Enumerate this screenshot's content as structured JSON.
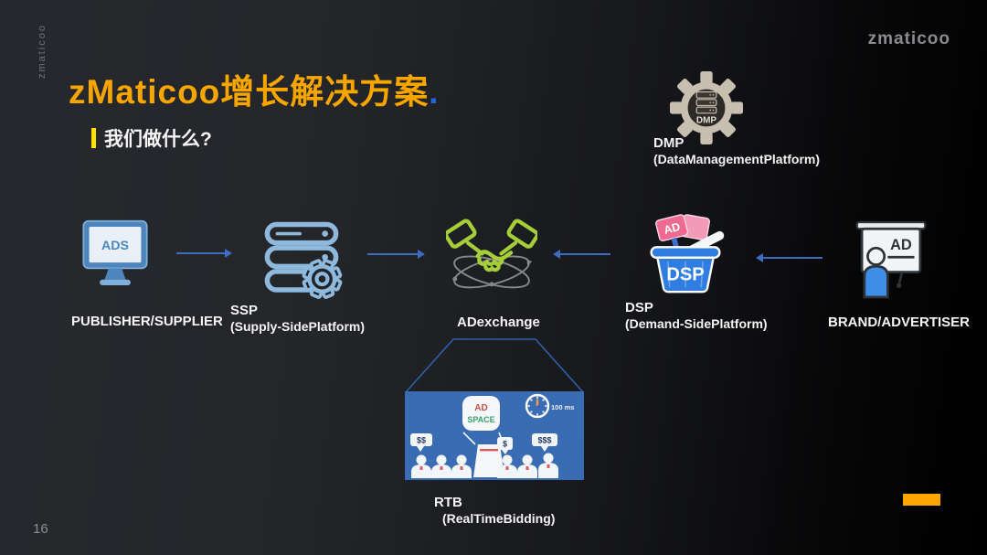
{
  "slide": {
    "side_watermark": "zmaticoo",
    "logo": "zmaticoo",
    "title": "zMaticoo增长解决方案",
    "title_period": ".",
    "subtitle": "我们做什么?",
    "page_number": "16"
  },
  "palette": {
    "background_left": "#26282C",
    "background_right": "#000000",
    "title_orange": "#F7A600",
    "period_blue": "#2566DD",
    "subtitle_bar_yellow": "#FFE100",
    "arrow_blue": "#3D6CC0",
    "handshake_green": "#A6CE39",
    "rtb_background_blue": "#3A6CB3",
    "highlight_bar_orange": "#FFA702",
    "dsp_basket_blue": "#2F7DE1",
    "dmp_gear_tan": "#C9BFB1"
  },
  "dmp": {
    "icon_text": "DMP",
    "name": "DMP",
    "full_name": "(DataManagementPlatform)"
  },
  "flow": {
    "publisher": {
      "icon_text": "ADS",
      "label": "PUBLISHER/SUPPLIER"
    },
    "ssp": {
      "name": "SSP",
      "full_name": "(Supply-SidePlatform)"
    },
    "adexchange": {
      "label": "ADexchange"
    },
    "dsp": {
      "ad_sign": "AD",
      "icon_text": "DSP",
      "name": "DSP",
      "full_name": "(Demand-SidePlatform)"
    },
    "brand": {
      "icon_text": "AD",
      "label": "BRAND/ADVERTISER"
    }
  },
  "rtb": {
    "ad_space_line1": "AD",
    "ad_space_line2": "SPACE",
    "timer": "100 ms",
    "bids": [
      "$$",
      "$",
      "$$$"
    ],
    "name": "RTB",
    "full_name": "(RealTimeBidding)"
  }
}
